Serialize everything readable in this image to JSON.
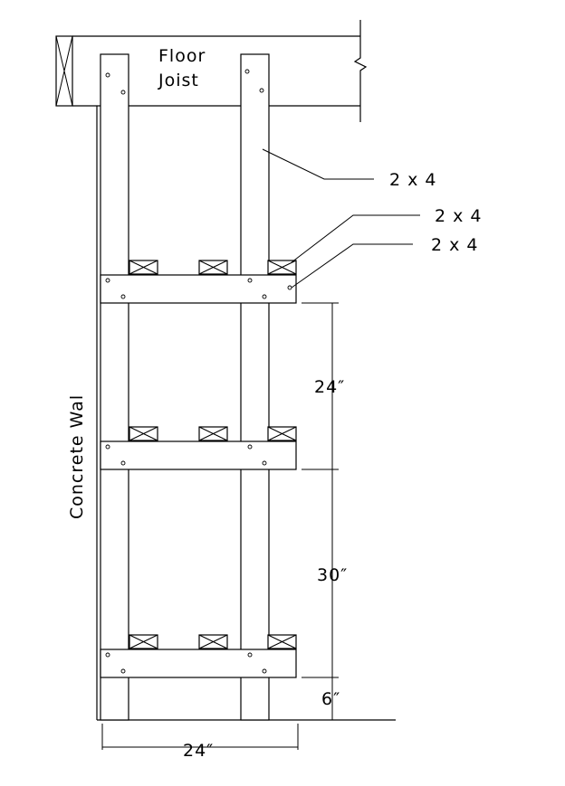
{
  "labels": {
    "floor_joist_line1": "Floor",
    "floor_joist_line2": "Joist",
    "concrete_wall": "Concrete Wal",
    "callout_upright": "2 x 4",
    "callout_block": "2 x 4",
    "callout_shelf": "2 x 4"
  },
  "dimensions": {
    "upper_spacing": "24″",
    "middle_spacing": "30″",
    "bottom_clearance": "6″",
    "shelf_width": "24″"
  },
  "colors": {
    "line": "#000000",
    "background": "#ffffff"
  }
}
